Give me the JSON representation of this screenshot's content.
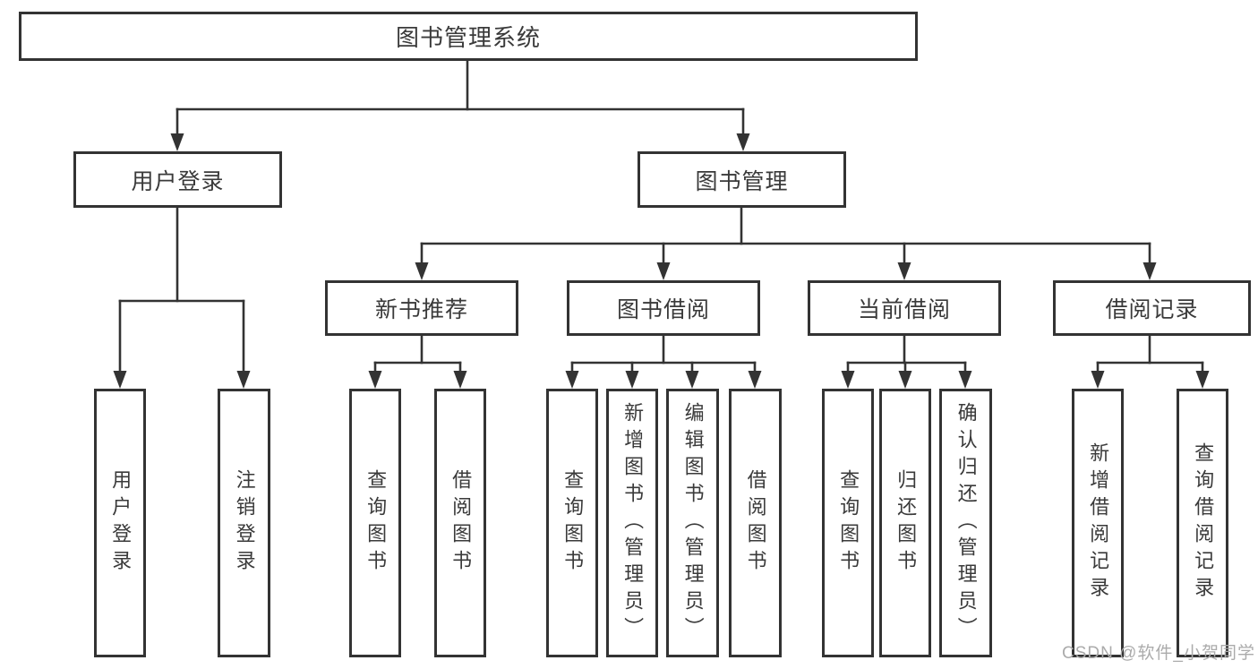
{
  "diagram": {
    "title": "图书管理系统",
    "branches": [
      {
        "label": "用户登录",
        "children": [
          {
            "label": "用户登录"
          },
          {
            "label": "注销登录"
          }
        ]
      },
      {
        "label": "图书管理",
        "children": [
          {
            "label": "新书推荐",
            "children": [
              {
                "label": "查询图书"
              },
              {
                "label": "借阅图书"
              }
            ]
          },
          {
            "label": "图书借阅",
            "children": [
              {
                "label": "查询图书"
              },
              {
                "label": "新增图书（管理员）"
              },
              {
                "label": "编辑图书（管理员）"
              },
              {
                "label": "借阅图书"
              }
            ]
          },
          {
            "label": "当前借阅",
            "children": [
              {
                "label": "查询图书"
              },
              {
                "label": "归还图书"
              },
              {
                "label": "确认归还（管理员）"
              }
            ]
          },
          {
            "label": "借阅记录",
            "children": [
              {
                "label": "新增借阅记录"
              },
              {
                "label": "查询借阅记录"
              }
            ]
          }
        ]
      }
    ]
  },
  "watermark": {
    "text": "CSDN @软件_小贺同学"
  },
  "colors": {
    "line": "#333333",
    "text": "#3a3a3a",
    "watermark": "#ababab",
    "background": "#ffffff"
  }
}
